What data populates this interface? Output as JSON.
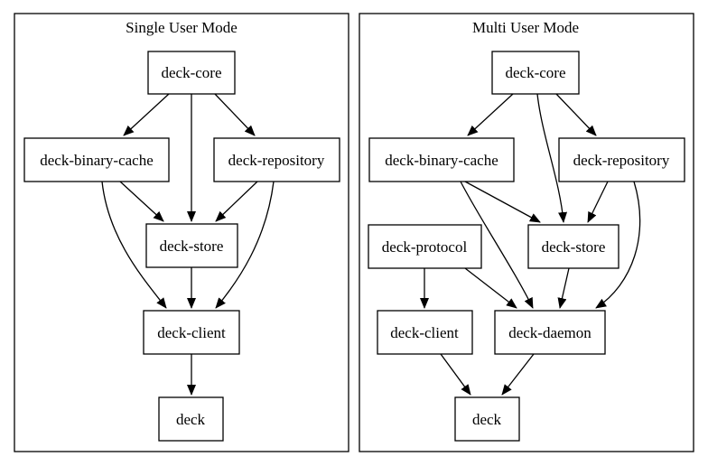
{
  "colors": {
    "stroke": "#000000",
    "node_fill": "#ffffff",
    "background": "#ffffff",
    "text": "#000000"
  },
  "clusters": [
    {
      "id": "single",
      "title": "Single User Mode",
      "nodes": [
        {
          "id": "core",
          "label": "deck-core"
        },
        {
          "id": "cache",
          "label": "deck-binary-cache"
        },
        {
          "id": "repo",
          "label": "deck-repository"
        },
        {
          "id": "store",
          "label": "deck-store"
        },
        {
          "id": "client",
          "label": "deck-client"
        },
        {
          "id": "deck",
          "label": "deck"
        }
      ],
      "edges": [
        {
          "from": "core",
          "to": "cache"
        },
        {
          "from": "core",
          "to": "store"
        },
        {
          "from": "core",
          "to": "repo"
        },
        {
          "from": "cache",
          "to": "store"
        },
        {
          "from": "repo",
          "to": "store"
        },
        {
          "from": "cache",
          "to": "client"
        },
        {
          "from": "store",
          "to": "client"
        },
        {
          "from": "repo",
          "to": "client"
        },
        {
          "from": "client",
          "to": "deck"
        }
      ]
    },
    {
      "id": "multi",
      "title": "Multi User Mode",
      "nodes": [
        {
          "id": "core",
          "label": "deck-core"
        },
        {
          "id": "cache",
          "label": "deck-binary-cache"
        },
        {
          "id": "repo",
          "label": "deck-repository"
        },
        {
          "id": "protocol",
          "label": "deck-protocol"
        },
        {
          "id": "store",
          "label": "deck-store"
        },
        {
          "id": "client",
          "label": "deck-client"
        },
        {
          "id": "daemon",
          "label": "deck-daemon"
        },
        {
          "id": "deck",
          "label": "deck"
        }
      ],
      "edges": [
        {
          "from": "core",
          "to": "cache"
        },
        {
          "from": "core",
          "to": "store"
        },
        {
          "from": "core",
          "to": "repo"
        },
        {
          "from": "cache",
          "to": "store"
        },
        {
          "from": "repo",
          "to": "store"
        },
        {
          "from": "cache",
          "to": "daemon"
        },
        {
          "from": "protocol",
          "to": "client"
        },
        {
          "from": "protocol",
          "to": "daemon"
        },
        {
          "from": "store",
          "to": "daemon"
        },
        {
          "from": "repo",
          "to": "daemon"
        },
        {
          "from": "client",
          "to": "deck"
        },
        {
          "from": "daemon",
          "to": "deck"
        }
      ]
    }
  ]
}
